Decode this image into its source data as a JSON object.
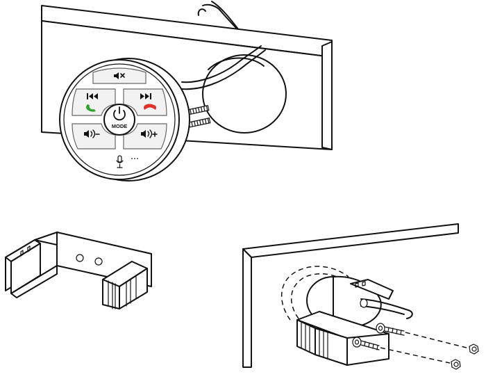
{
  "remote": {
    "mode_label": "MODE",
    "colors": {
      "answer": "#2fa32f",
      "hangup": "#e0302a",
      "outline": "#111111"
    },
    "buttons": [
      {
        "name": "mute-button",
        "icon": "speaker-mute-icon"
      },
      {
        "name": "previous-answer-button",
        "icon": "previous-track-icon"
      },
      {
        "name": "next-hangup-button",
        "icon": "next-track-icon"
      },
      {
        "name": "volume-down-button",
        "icon": "volume-down-icon"
      },
      {
        "name": "volume-up-button",
        "icon": "volume-up-icon"
      },
      {
        "name": "power-mode-button",
        "icon": "power-icon"
      }
    ],
    "microphone_icon": "microphone-icon"
  }
}
